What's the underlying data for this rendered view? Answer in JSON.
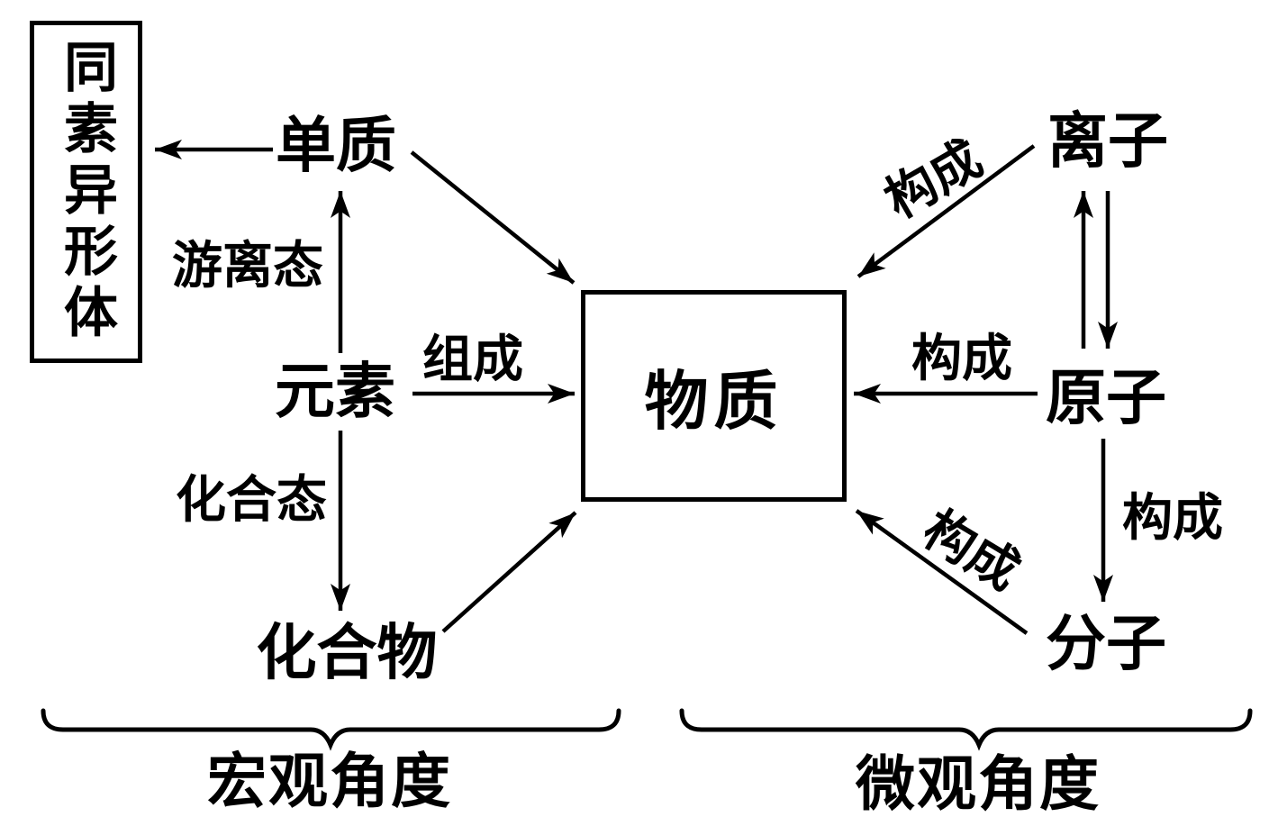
{
  "diagram": {
    "title_implicit": "物质的宏观与微观组成关系图",
    "nodes": {
      "allotrope": "同素异形体",
      "simple_substance": "单质",
      "element": "元素",
      "compound": "化合物",
      "matter": "物质",
      "ion": "离子",
      "atom": "原子",
      "molecule": "分子"
    },
    "edge_labels": {
      "free_state": "游离态",
      "combined_state": "化合态",
      "compose": "组成",
      "constitute_ion_to_matter": "构成",
      "constitute_atom_to_matter": "构成",
      "constitute_atom_to_molecule": "构成",
      "constitute_molecule_to_matter": "构成"
    },
    "group_labels": {
      "macro": "宏观角度",
      "micro": "微观角度"
    },
    "colors": {
      "ink": "#000000",
      "background": "#ffffff"
    }
  }
}
